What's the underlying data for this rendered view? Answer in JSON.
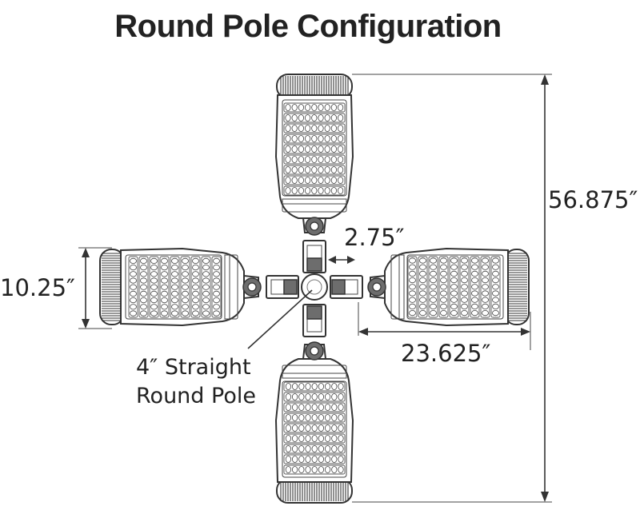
{
  "title": "Round Pole Configuration",
  "dimensions": {
    "overall_height": "56.875″",
    "fixture_width": "10.25″",
    "arm_gap": "2.75″",
    "arm_length": "23.625″"
  },
  "pole_label": {
    "line1": "4″ Straight",
    "line2": "Round Pole"
  }
}
